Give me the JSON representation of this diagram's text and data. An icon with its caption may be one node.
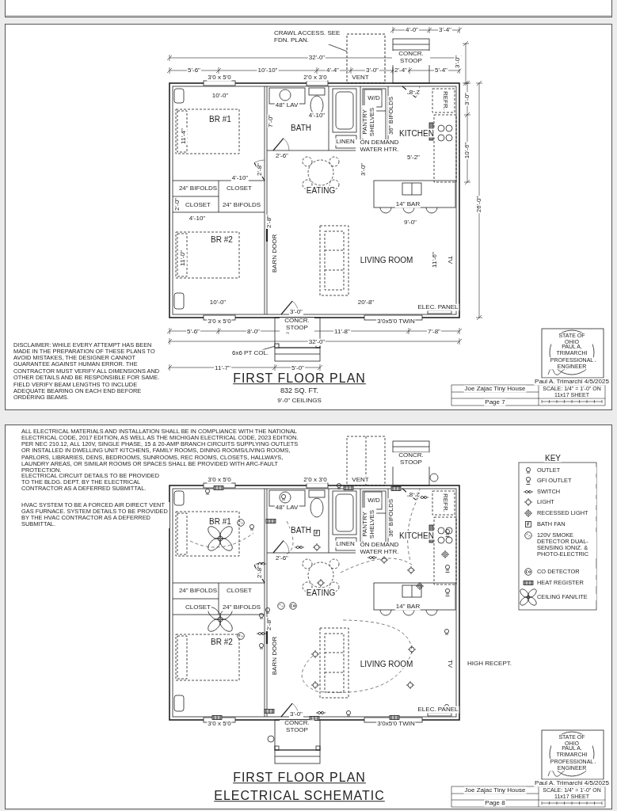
{
  "diagram": {
    "title": "FIRST FLOOR PLAN",
    "nodes": [
      {
        "text": [
          "CRAWL ACCESS. SEE FDN. PLAN."
        ]
      },
      {
        "text": [],
        "shape": "box"
      },
      {
        "text": [
          "6x6 PT COL."
        ]
      },
      {
        "text": [],
        "shape": "box"
      }
    ],
    "edges": [
      {
        "from": 0,
        "to": 1,
        "arrow": "none"
      },
      {
        "from": 2,
        "to": 3,
        "arrow": "none"
      }
    ],
    "labels": [
      "4'-0\"",
      "3'-4\"",
      "32'-0\"",
      "CONCR. STOOP",
      "3'-0\"",
      "5'-6\"",
      "10'-10\"",
      "4'-4\"",
      "3'-0\"",
      "2'-4\"",
      "5'-4\"",
      "3'0 x 5'0",
      "2'0 x 3'0",
      "VENT",
      "2'-8\"",
      "10'-0\"",
      "W/D",
      "3'-0\"",
      "REFR.",
      "48\" LAV",
      "36\" BIFOLDS",
      "4'-10\"",
      "BR #1",
      "7'-0\"",
      "PANTRY SHELVES",
      "BATH",
      "KITCHEN",
      "11'-4\"",
      "LINEN",
      "ON DEMAND WATER HTR.",
      "10'-6\"",
      "2'-6\"",
      "5'-2\"",
      "2'-8\"",
      "3'-0\"",
      "4'-10\"",
      "24\" BIFOLDS",
      "CLOSET",
      "EATING",
      "2'-0\"",
      "CLOSET",
      "24\" BIFOLDS",
      "14\" BAR",
      "26'-0\"",
      "4'-10\"",
      "2'-8\"",
      "9'-0\"",
      "BR #2",
      "BARN DOOR",
      "11'-0\"",
      "LIVING ROOM",
      "11'-6\"",
      "TV",
      "10'-0\"",
      "20'-8\"",
      "ELEC. PANEL",
      "3'-0\"",
      "3'0 x 5'0",
      "CONCR. STOOP",
      "3'0x5'0 TWIN",
      "5'-6\"",
      "8'-0\"",
      "11'-8\"",
      "7'-8\"",
      "32'-0\"",
      "STATE OF OHIO",
      "DISCLAIMER: WHILE EVERY ATTEMPT HAS BEEN MADE IN THE PREPARATION OF THESE PLANS TO AVOID MISTAKES, THE DESIGNER CANNOT GUARANTEE AGAINST HUMAN ERROR. THE CONTRACTOR MUST VERIFY ALL DIMENSIONS AND OTHER DETAILS AND BE RESPONSIBLE FOR SAME.",
      "PAUL A. TRIMARCHI",
      "PROFESSIONAL ENGINEER",
      "11'-7\"",
      "5'-0\"",
      "Paul A. Trimarchi 4/5/2025",
      "FIELD VERIFY BEAM LENGTHS TO INCLUDE ADEQUATE BEARING ON EACH END BEFORE ORDERING BEAMS.",
      "832 SQ. FT.",
      "Joe Zajac Tiny House",
      "SCALE: 1/4\" = 1'-0\" ON 11x17 SHEET",
      "9'-0\" CEILINGS",
      "Page 7",
      "ALL ELECTRICAL MATERIALS AND INSTALLATION SHALL BE IN COMPLIANCE WITH THE NATIONAL ELECTRICAL CODE, 2017 EDITION, AS WELL AS THE MICHIGAN ELECTRICAL CODE, 2023 EDITION. PER NEC 210.12, ALL 120V, SINGLE PHASE, 15 & 20-AMP BRANCH CIRCUITS SUPPLYING OUTLETS OR INSTALLED IN DWELLING UNIT KITCHENS, FAMILY ROOMS, DINING ROOMS/LIVING ROOMS, PARLORS, LIBRARIES, DENS, BEDROOMS, SUNROOMS, REC ROOMS, CLOSETS, HALLWAYS, LAUNDRY AREAS, OR SIMILAR ROOMS OR SPACES SHALL BE PROVIDED WITH ARC-FAULT PROTECTION.",
      "CONCR. STOOP",
      "KEY",
      "ELECTRICAL CIRCUIT DETAILS TO BE PROVIDED TO THE BLDG. DEPT. BY THE ELECTRICAL CONTRACTOR AS A DEFERRED SUBMITTAL.",
      "3'0 x 5'0",
      "2'0 x 3'0",
      "VENT",
      "2'-8\"",
      "W/D",
      "REFR.",
      "HVAC SYSTEM TO BE A FORCED AIR DIRECT VENT GAS FURNACE. SYSTEM DETAILS TO BE PROVIDED BY THE HVAC CONTRACTOR AS A DEFERRED SUBMITTAL.",
      "48\" LAV",
      "36\" BIFOLDS",
      "BR #1",
      "PANTRY SHELVES",
      "BATH",
      "KITCHEN",
      "LINEN",
      "ON DEMAND WATER HTR.",
      "2'-6\"",
      "2'-8\"",
      "24\" BIFOLDS",
      "CLOSET",
      "EATING",
      "CLOSET",
      "24\" BIFOLDS",
      "14\" BAR",
      "2'-8\"",
      "BR #2",
      "BARN DOOR",
      "LIVING ROOM",
      "TV",
      "HIGH RECEPT.",
      "ELEC. PANEL",
      "3'-0\"",
      "3'0 x 5'0",
      "CONCR. STOOP",
      "3'0x5'0 TWIN",
      "STATE OF OHIO",
      "PAUL A. TRIMARCHI",
      "PROFESSIONAL ENGINEER",
      "FIRST FLOOR PLAN",
      "Paul A. Trimarchi 4/5/2025",
      "ELECTRICAL SCHEMATIC",
      "Joe Zajac Tiny House",
      "SCALE: 1/4\" = 1'-0\" ON 11x17 SHEET",
      "Page 8"
    ],
    "legend": [
      {
        "text": "OUTLET"
      },
      {
        "text": "GFI OUTLET"
      },
      {
        "text": "SWITCH"
      },
      {
        "text": "LIGHT"
      },
      {
        "text": "RECESSED LIGHT"
      },
      {
        "text": "BATH FAN"
      },
      {
        "text": "120V SMOKE DETECTOR DUAL-SENSING IONIZ. & PHOTO-ELECTRIC"
      },
      {
        "text": "CO DETECTOR"
      },
      {
        "text": "HEAT REGISTER"
      },
      {
        "text": "CEILING FAN/LITE"
      }
    ]
  }
}
